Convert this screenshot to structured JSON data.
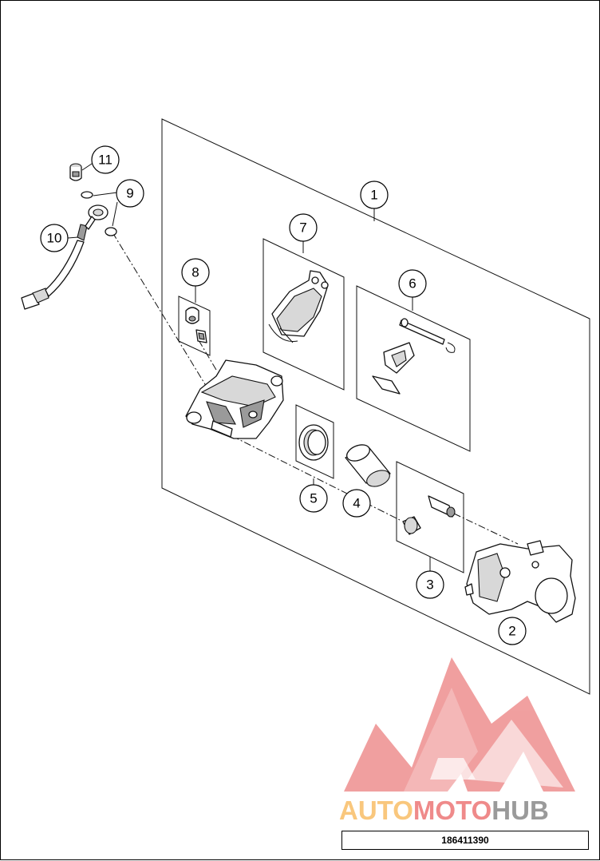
{
  "callouts": [
    "1",
    "2",
    "3",
    "4",
    "5",
    "6",
    "7",
    "8",
    "9",
    "10",
    "11"
  ],
  "watermark": {
    "parts": [
      "AUTO",
      "MOTO",
      "HUB"
    ],
    "colors": {
      "AUTO": "#f9c77d",
      "MOTO": "#ef8a8a",
      "HUB": "#9a9a9a",
      "logo": "#ec6a6a"
    }
  },
  "part_number": "186411390",
  "icons": [
    "rear-brake-caliper",
    "brake-pads",
    "pin-and-clip-kit",
    "bleeder-valve",
    "piston-seal",
    "piston",
    "guide-pin",
    "caliper-support",
    "banjo-bolt",
    "sealing-ring",
    "brake-line"
  ]
}
